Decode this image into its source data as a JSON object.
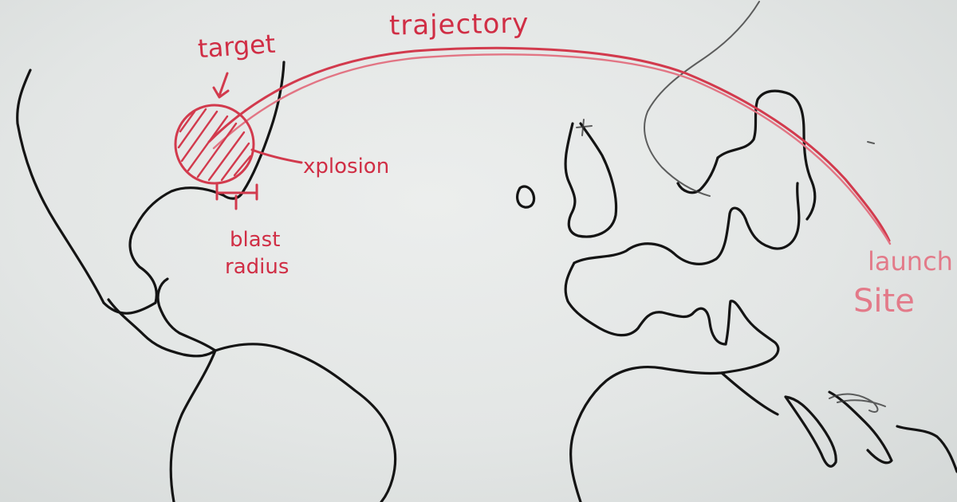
{
  "labels": {
    "trajectory": "trajectory",
    "target": "target",
    "explosion": "xplosion",
    "blast_line1": "blast",
    "blast_line2": "radius",
    "launch_line1": "launch",
    "launch_line2": "Site"
  },
  "colors": {
    "whiteboard": "#e4e7e6",
    "ink": "#141414",
    "marker_red": "#d23a4d",
    "marker_red_faint": "#e27584"
  },
  "icons": {
    "target_arrow": "arrow-down-icon"
  }
}
